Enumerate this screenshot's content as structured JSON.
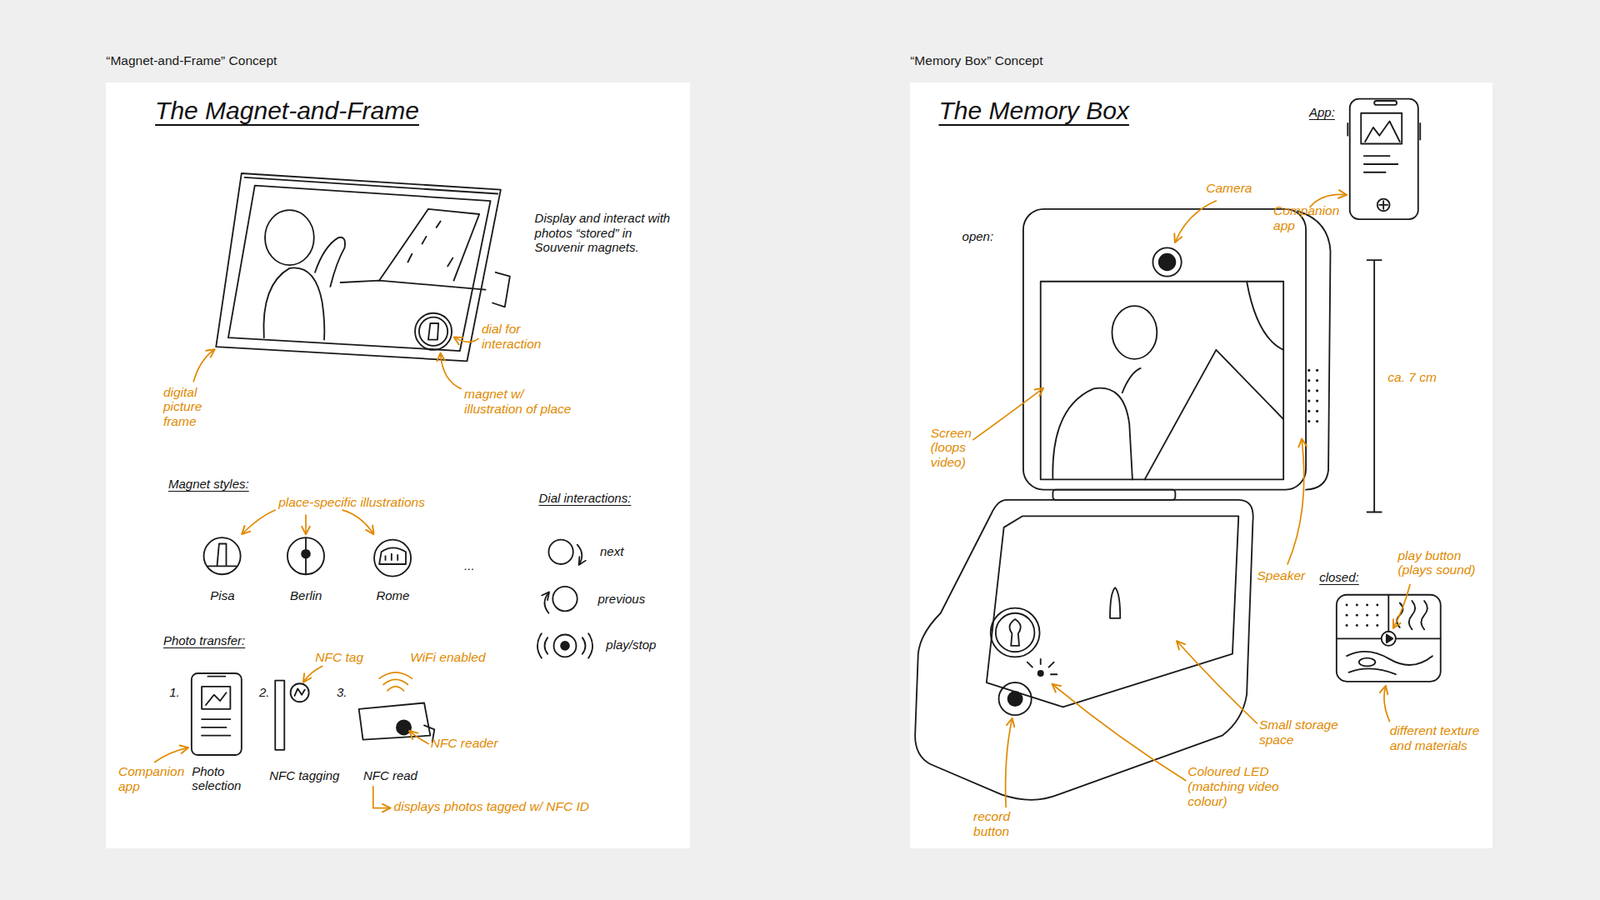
{
  "diagram": {
    "nodes": [
      {
        "text": [
          "“Magnet-and-Frame” Concept",
          "The Magnet-and-Frame"
        ]
      },
      {
        "text": [
          "“Memory Box” Concept",
          "The Memory Box"
        ]
      }
    ],
    "labels": [
      "Display and interact with photos “stored” in Souvenir magnets.",
      "dial for interaction",
      "digital picture frame",
      "magnet w/ illustration of place",
      "Magnet styles:",
      "place-specific illustrations",
      "Pisa",
      "Berlin",
      "Rome",
      "...",
      "Dial interactions:",
      "next",
      "previous",
      "play/stop",
      "Photo transfer:",
      "1.",
      "2.",
      "3.",
      "NFC tag",
      "WiFi enabled",
      "NFC reader",
      "Companion app",
      "Photo selection",
      "NFC tagging",
      "NFC read",
      "displays photos tagged w/ NFC ID",
      "App:",
      "Companion app",
      "open:",
      "Camera",
      "ca. 7 cm",
      "Screen (loops video)",
      "Speaker",
      "closed:",
      "play button (plays sound)",
      "different texture and materials",
      "Small storage space",
      "Coloured LED (matching video colour)",
      "record button"
    ]
  }
}
